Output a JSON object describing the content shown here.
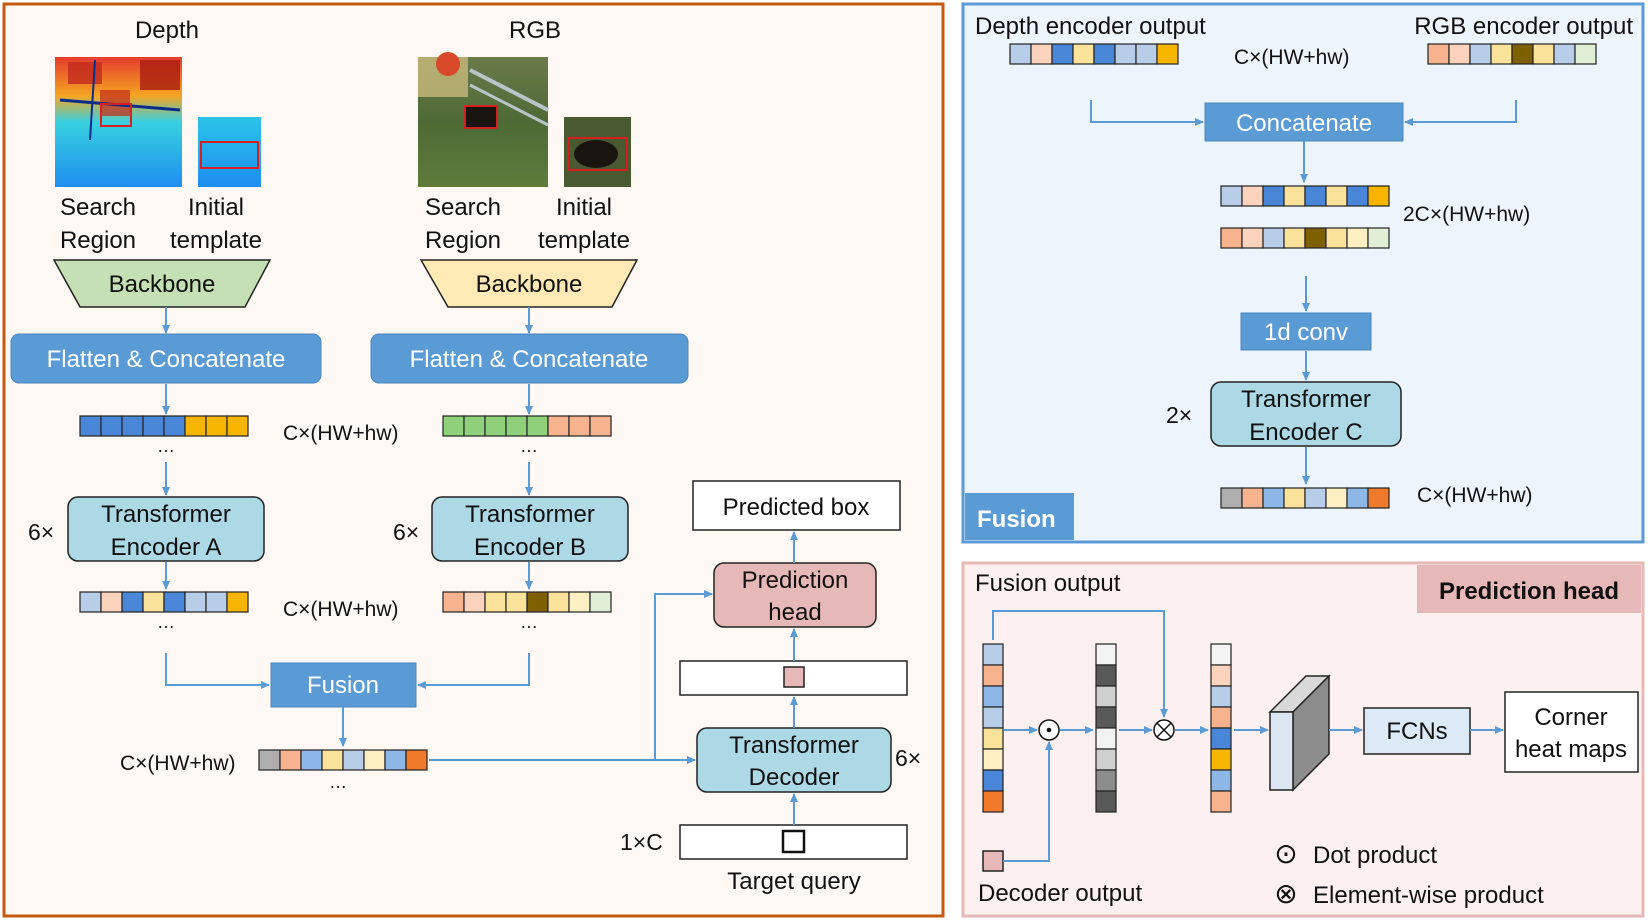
{
  "left": {
    "depth_title": "Depth",
    "rgb_title": "RGB",
    "search_region_line1": "Search",
    "search_region_line2": "Region",
    "initial_template_line1": "Initial",
    "initial_template_line2": "template",
    "backbone": "Backbone",
    "flatten_depth": "Flatten & Concatenate",
    "flatten_rgb": "Flatten  & Concatenate",
    "dim_c": "C×(HW+hw)",
    "ellipsis": "…",
    "repeat_6": "6×",
    "transformer": "Transformer",
    "encoder_a": "Encoder A",
    "encoder_b": "Encoder B",
    "fusion": "Fusion",
    "predicted_box": "Predicted box",
    "prediction_line1": "Prediction",
    "prediction_line2": "head",
    "decoder_line2": "Decoder",
    "query_dim": "1×C",
    "target_query": "Target query"
  },
  "fusion_panel": {
    "depth_out": "Depth encoder output",
    "rgb_out": "RGB encoder output",
    "dim_c": "C×(HW+hw)",
    "concatenate": "Concatenate",
    "dim_2c": "2C×(HW+hw)",
    "conv": "1d conv",
    "repeat_2": "2×",
    "transformer": "Transformer",
    "encoder_c": "Encoder C",
    "tag": "Fusion"
  },
  "pred_panel": {
    "title": "Prediction head",
    "fusion_output": "Fusion output",
    "decoder_output": "Decoder output",
    "fcns": "FCNs",
    "corner_line1": "Corner",
    "corner_line2": "heat maps",
    "dot_symbol": "⊙",
    "elem_symbol": "⊗",
    "dot_legend": "Dot product",
    "elem_legend": "Element-wise product"
  },
  "colors": {
    "blue_box": "#5b9bd5",
    "light_blue_box": "#add8e6",
    "arrow": "#5b9bd5",
    "left_border": "#c55a11",
    "fusion_border": "#5b9bd5",
    "pred_fill": "#fcefef",
    "pred_head_fill": "#e6b8b7",
    "backbone_depth": "#c5e0b4",
    "backbone_rgb": "#ffe9b5"
  }
}
